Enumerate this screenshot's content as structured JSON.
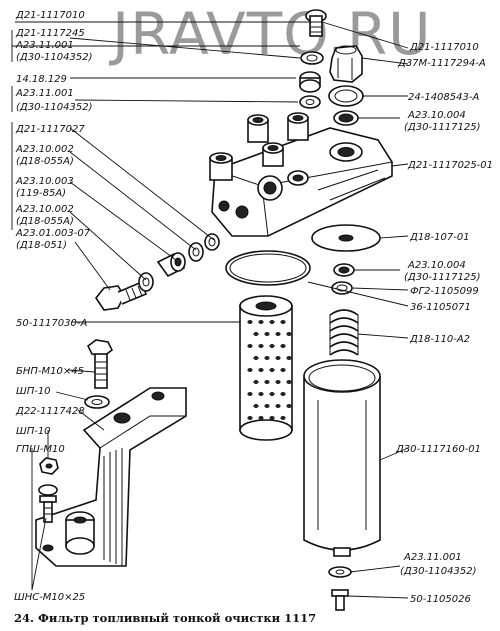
{
  "watermark": "JRAVTO.RU",
  "caption": "24. Фильтр топливный тонкой очистки  1117",
  "labels_left": [
    "Д21-1117010",
    "Д21-1117245",
    "А23.11.001",
    "(Д30-1104352)",
    "14.18.129",
    "А23.11.001",
    "(Д30-1104352)",
    "Д21-1117027",
    "А23.10.002",
    "(Д18-055А)",
    "А23.10.003",
    "(119-85А)",
    "А23.10.002",
    "(Д18-055А)",
    "А23.01.003-07",
    "(Д18-051)",
    "50-1117030-А",
    "БНП-М10×45",
    "ШП-10",
    "Д22-1117428",
    "ШП-10",
    "ГПШ-М10",
    "ШНС-М10×25"
  ],
  "labels_right": [
    "Д21-1117010",
    "Д37М-1117294-А",
    "24-1408543-А",
    "А23.10.004",
    "(Д30-1117125)",
    "Д21-1117025-01",
    "Д18-107-01",
    "А23.10.004",
    "(Д30-1117125)",
    "ФГ2-1105099",
    "36-1105071",
    "Д18-110-А2",
    "Д30-1117160-01",
    "А23.11.001",
    "(Д30-1104352)",
    "50-1105026"
  ]
}
